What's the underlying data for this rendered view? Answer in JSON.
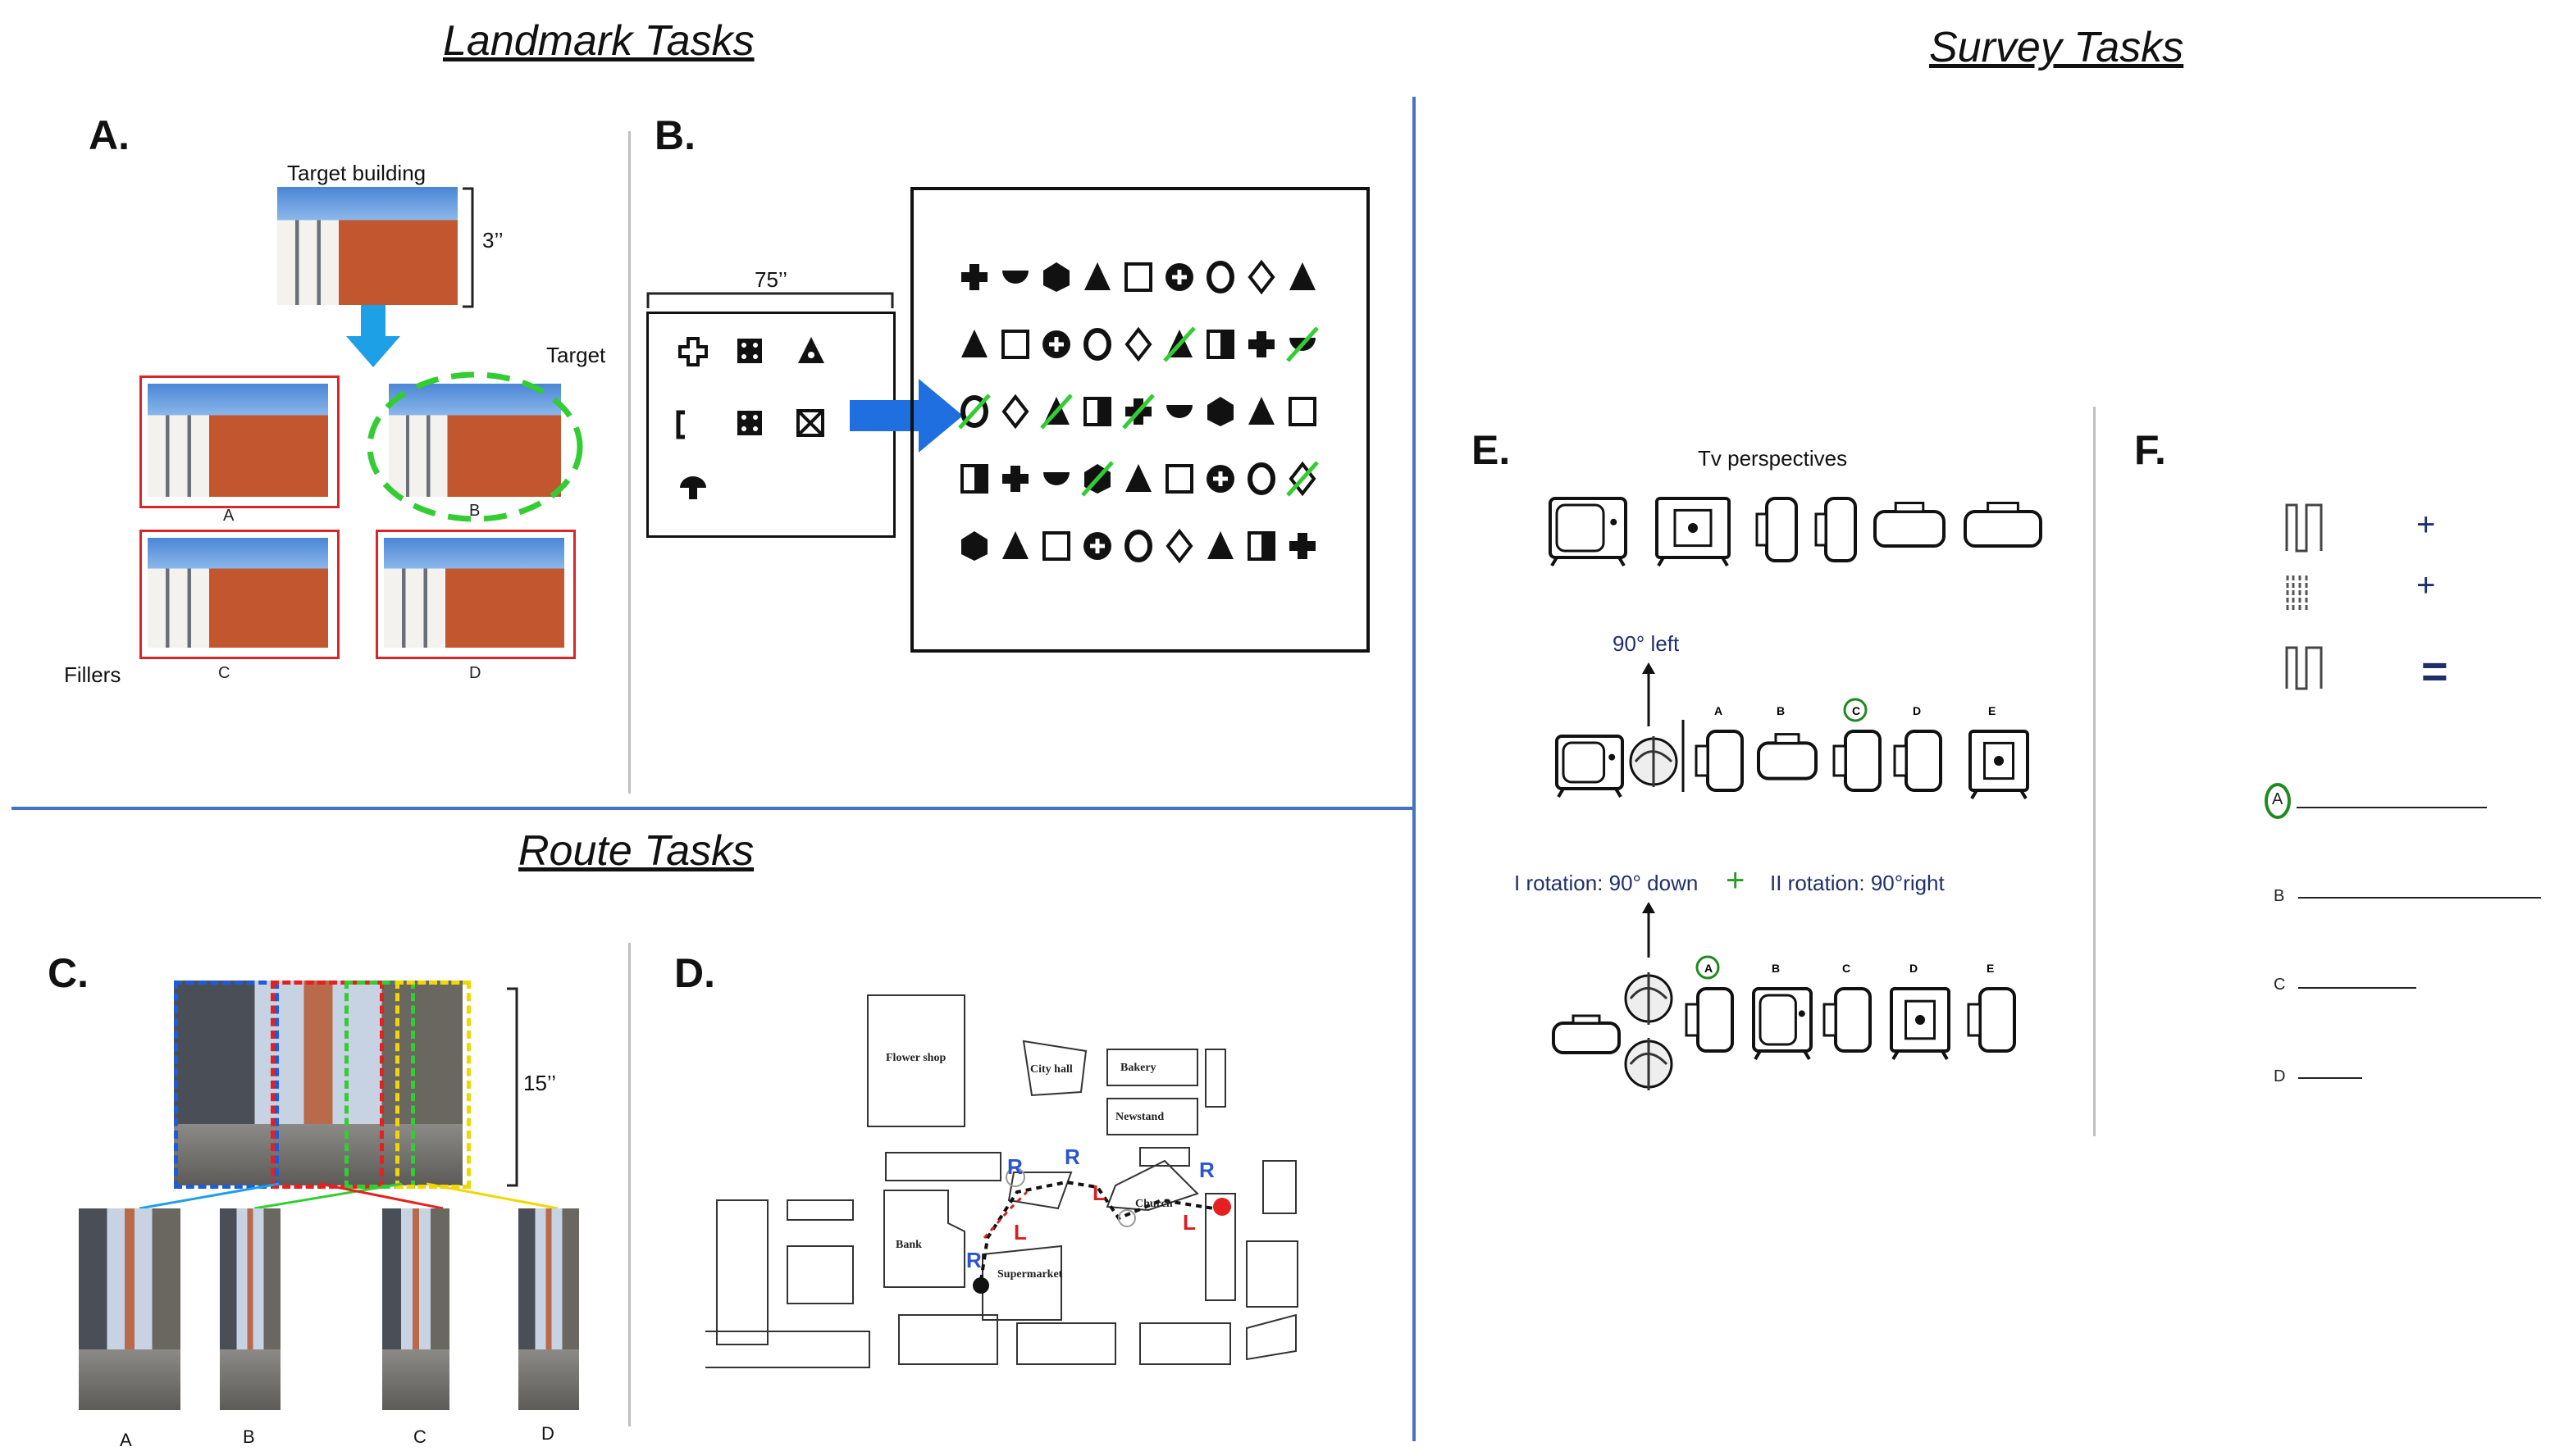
{
  "sections": {
    "landmark": "Landmark Tasks",
    "route": "Route Tasks",
    "survey": "Survey Tasks"
  },
  "panels": {
    "a": {
      "label": "A.",
      "target_building": "Target building",
      "duration": "3’’",
      "target": "Target",
      "fillers": "Fillers",
      "options": [
        "A",
        "B",
        "C",
        "D"
      ]
    },
    "b": {
      "label": "B.",
      "duration": "75’’"
    },
    "c": {
      "label": "C.",
      "duration": "15’’",
      "options": [
        "A",
        "B",
        "C",
        "D"
      ]
    },
    "d": {
      "label": "D.",
      "buildings": [
        "Flower shop",
        "Bakery",
        "Newstand",
        "City hall",
        "Bank",
        "Supermarket",
        "Church"
      ],
      "turns": [
        "R",
        "R",
        "R",
        "L",
        "L",
        "L",
        "R"
      ]
    },
    "e": {
      "label": "E.",
      "heading": "Tv perspectives",
      "q1": "90° left",
      "q2_a": "I rotation: 90° down",
      "q2_plus": "+",
      "q2_b": "II rotation: 90°right",
      "options": [
        "A",
        "B",
        "C",
        "D",
        "E"
      ]
    },
    "f": {
      "label": "F.",
      "symbols": [
        "+",
        "+",
        "="
      ],
      "options": [
        "A",
        "B",
        "C",
        "D"
      ]
    }
  },
  "colors": {
    "divider": "#4472c4",
    "separator": "#bfbfbf",
    "arrow": "#1f6fe0",
    "highlight_green": "#33cc33",
    "frame_red": "#d9262b",
    "turn_blue": "#2a55d0",
    "turn_red": "#d62020"
  }
}
